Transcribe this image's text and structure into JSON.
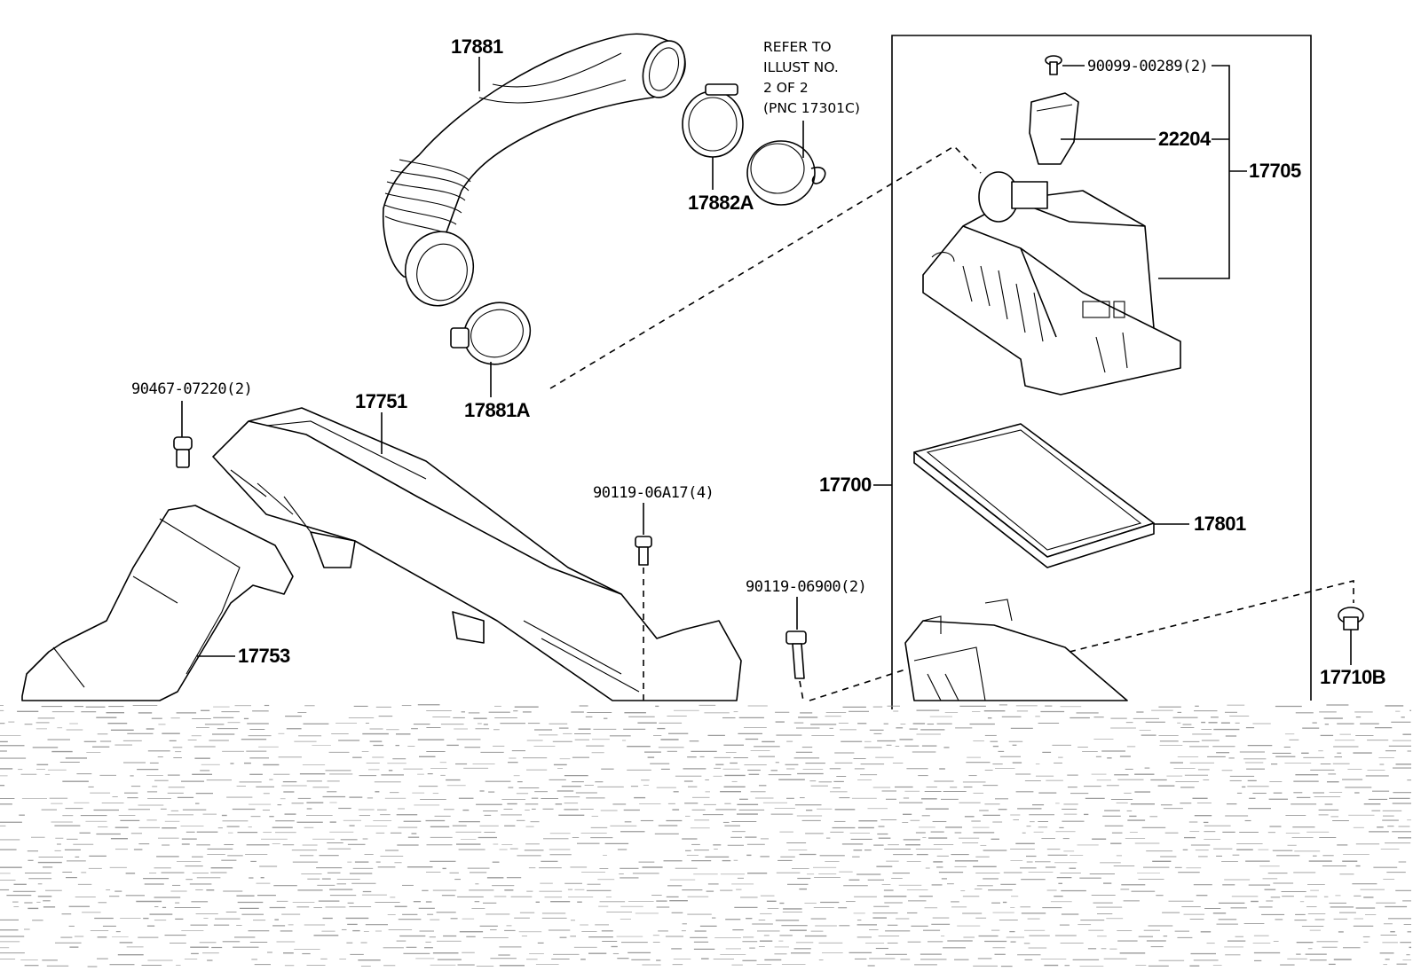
{
  "diagram": {
    "note": {
      "line1": "REFER TO",
      "line2": "ILLUST NO.",
      "line3": "2 OF 2",
      "line4": "(PNC 17301C)"
    },
    "parts": {
      "p17881": "17881",
      "p17882A": "17882A",
      "p17881A": "17881A",
      "p90099": "90099-00289(2)",
      "p22204": "22204",
      "p17705": "17705",
      "p90467": "90467-07220(2)",
      "p17751": "17751",
      "p17700": "17700",
      "p90119a": "90119-06A17(4)",
      "p17801": "17801",
      "p90119b": "90119-06900(2)",
      "p17753": "17753",
      "p17710B": "17710B"
    },
    "colors": {
      "ink": "#000000",
      "background": "#ffffff",
      "noise": "#9a9a9a"
    }
  }
}
